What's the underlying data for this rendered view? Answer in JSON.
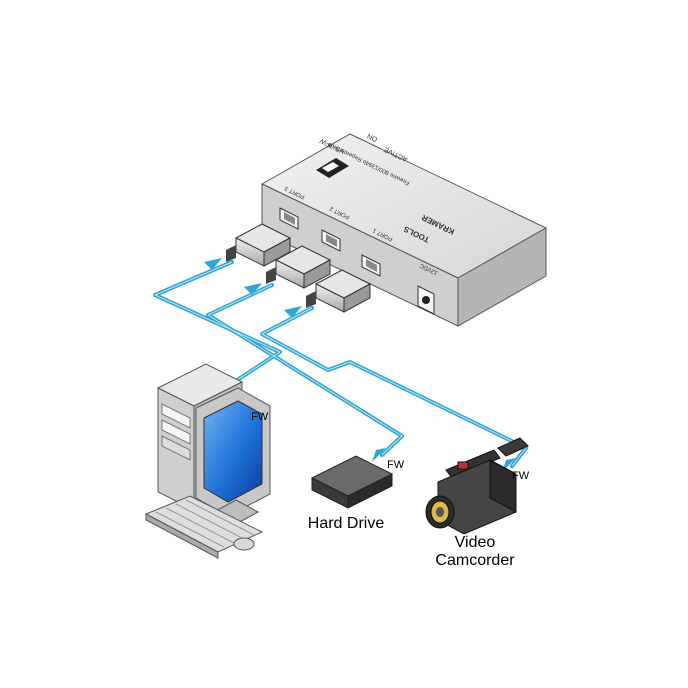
{
  "hub": {
    "model": "VS-3FW",
    "power_led": "ON",
    "activity_led": "ACTIVE",
    "description": "Firewire 800/1394b Repeater/Hub",
    "brand": "KRAMER",
    "series": "TOOLS",
    "power_jack": "12VDC",
    "ports": [
      "PORT 1",
      "PORT 2",
      "PORT 3"
    ]
  },
  "labels": {
    "fw_computer": "FW",
    "fw_drive": "FW",
    "fw_camcorder": "FW",
    "hard_drive": "Hard Drive",
    "camcorder_line1": "Video",
    "camcorder_line2": "Camcorder"
  },
  "colors": {
    "cable": "#2ca6d6",
    "hub_body": "#dcdcdc",
    "screen": "#1e72d8"
  }
}
